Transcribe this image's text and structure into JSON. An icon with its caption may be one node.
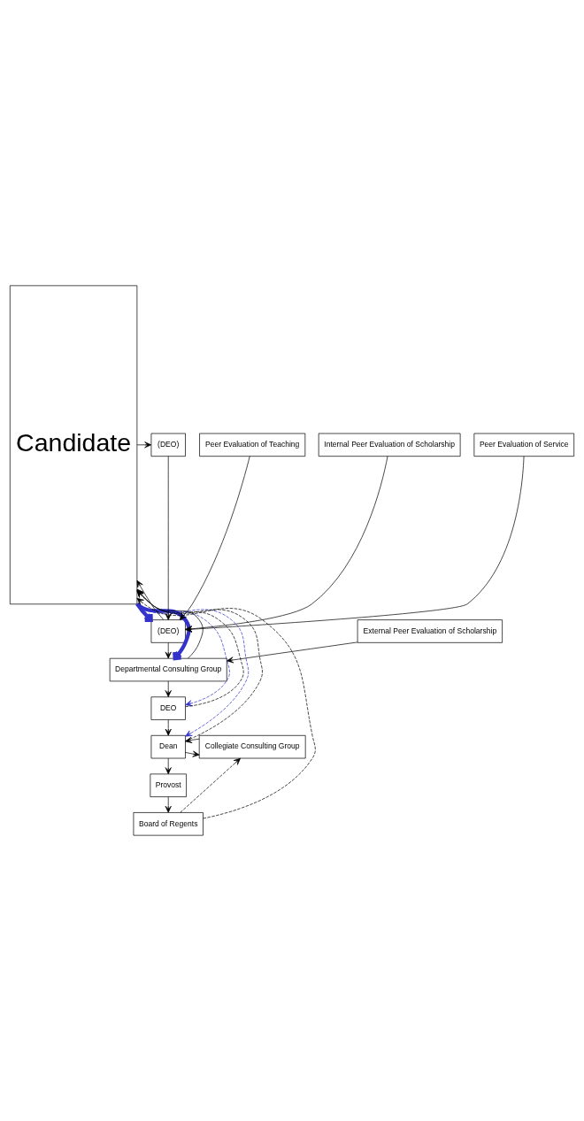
{
  "diagram": {
    "nodes": [
      {
        "text": [
          "Candidate"
        ]
      },
      {
        "text": [
          "(DEO)"
        ]
      },
      {
        "text": [
          "Peer Evaluation of Teaching"
        ]
      },
      {
        "text": [
          "Internal Peer Evaluation of Scholarship"
        ]
      },
      {
        "text": [
          "Peer Evaluation of Service"
        ]
      },
      {
        "text": [
          "(DEO)"
        ]
      },
      {
        "text": [
          "External Peer Evaluation of Scholarship"
        ]
      },
      {
        "text": [
          "Departmental Consulting Group"
        ]
      },
      {
        "text": [
          "DEO"
        ]
      },
      {
        "text": [
          "Dean"
        ]
      },
      {
        "text": [
          "Collegiate Consulting Group"
        ]
      },
      {
        "text": [
          "Provost"
        ]
      },
      {
        "text": [
          "Board of Regents"
        ]
      }
    ],
    "edges": [
      {
        "from": 0,
        "to": 1,
        "arrow": "to"
      },
      {
        "from": 2,
        "to": 5,
        "arrow": "to"
      },
      {
        "from": 3,
        "to": 5,
        "arrow": "to"
      },
      {
        "from": 4,
        "to": 5,
        "arrow": "to"
      },
      {
        "from": 1,
        "to": 5,
        "arrow": "to"
      },
      {
        "from": 5,
        "to": 0,
        "arrow": "to"
      },
      {
        "from": 0,
        "to": 5,
        "arrow": "to",
        "style": "thick",
        "color": "#3333cc"
      },
      {
        "from": 6,
        "to": 7,
        "arrow": "to"
      },
      {
        "from": 5,
        "to": 7,
        "arrow": "to"
      },
      {
        "from": 7,
        "to": 0,
        "arrow": "to"
      },
      {
        "from": 0,
        "to": 7,
        "arrow": "to",
        "style": "thick",
        "color": "#3333cc"
      },
      {
        "from": 7,
        "to": 8,
        "arrow": "to"
      },
      {
        "from": 8,
        "to": 0,
        "arrow": "to",
        "style": "dashed"
      },
      {
        "from": 0,
        "to": 8,
        "arrow": "to",
        "style": "dashed",
        "color": "#3333cc"
      },
      {
        "from": 8,
        "to": 9,
        "arrow": "to"
      },
      {
        "from": 9,
        "to": 0,
        "arrow": "to",
        "style": "dashed"
      },
      {
        "from": 0,
        "to": 9,
        "arrow": "to",
        "style": "dashed",
        "color": "#3333cc"
      },
      {
        "from": 9,
        "to": 10,
        "arrow": "to"
      },
      {
        "from": 10,
        "to": 9,
        "arrow": "to"
      },
      {
        "from": 9,
        "to": 11,
        "arrow": "to"
      },
      {
        "from": 11,
        "to": 12,
        "arrow": "to"
      },
      {
        "from": 12,
        "to": 0,
        "arrow": "to",
        "style": "dashed"
      },
      {
        "from": 12,
        "to": 10,
        "arrow": "to",
        "style": "dashed"
      }
    ]
  }
}
